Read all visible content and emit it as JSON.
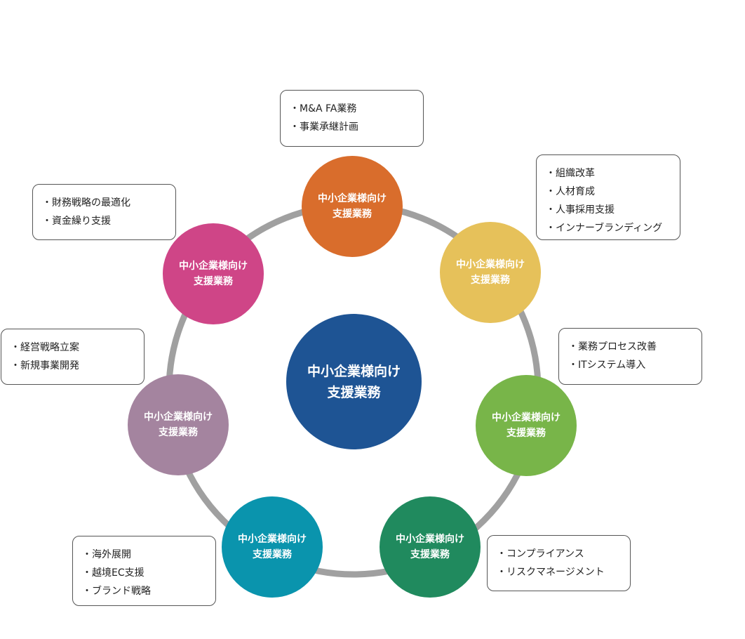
{
  "center": {
    "line1": "中小企業様向け",
    "line2": "支援業務",
    "color": "#1e5494"
  },
  "ring_color": "#a0a0a0",
  "nodes": [
    {
      "line1": "中小企業様向け",
      "line2": "支援業務",
      "color": "#d96d2c"
    },
    {
      "line1": "中小企業様向け",
      "line2": "支援業務",
      "color": "#e6c15a"
    },
    {
      "line1": "中小企業様向け",
      "line2": "支援業務",
      "color": "#78b549"
    },
    {
      "line1": "中小企業様向け",
      "line2": "支援業務",
      "color": "#208a5e"
    },
    {
      "line1": "中小企業様向け",
      "line2": "支援業務",
      "color": "#0a94ad"
    },
    {
      "line1": "中小企業様向け",
      "line2": "支援業務",
      "color": "#a4849f"
    },
    {
      "line1": "中小企業様向け",
      "line2": "支援業務",
      "color": "#cf4587"
    }
  ],
  "notes": [
    {
      "items": [
        "M&A FA業務",
        "事業承継計画"
      ]
    },
    {
      "items": [
        "組織改革",
        "人材育成",
        "人事採用支援",
        "インナーブランディング"
      ]
    },
    {
      "items": [
        "業務プロセス改善",
        "ITシステム導入"
      ]
    },
    {
      "items": [
        "コンプライアンス",
        "リスクマネージメント"
      ]
    },
    {
      "items": [
        "海外展開",
        "越境EC支援",
        "ブランド戦略"
      ]
    },
    {
      "items": [
        "経営戦略立案",
        "新規事業開発"
      ]
    },
    {
      "items": [
        "財務戦略の最適化",
        "資金繰り支援"
      ]
    }
  ]
}
